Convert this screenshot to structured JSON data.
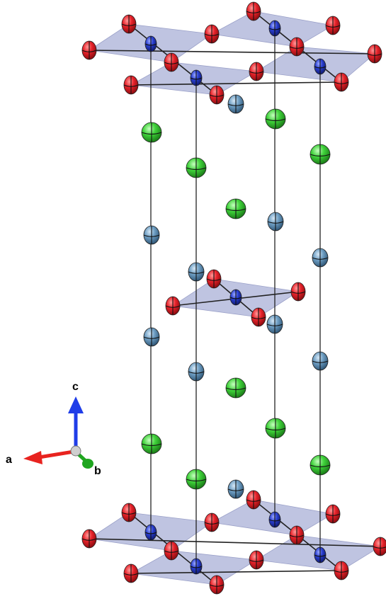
{
  "axes": {
    "a": {
      "label": "a",
      "color": "#e8231f"
    },
    "b": {
      "label": "b",
      "color": "#1fa51f"
    },
    "c": {
      "label": "c",
      "color": "#1f3de8"
    }
  },
  "atom_types": {
    "O": {
      "color": "#e8232b",
      "highlight": "#ff9a9a",
      "shade": "#8a0c10"
    },
    "Cu": {
      "color": "#2a3fd0",
      "highlight": "#9aa8ff",
      "shade": "#0f1a70"
    },
    "Sr": {
      "color": "#6f9fc4",
      "highlight": "#d6e8f6",
      "shade": "#2f5676"
    },
    "La": {
      "color": "#3fd23a",
      "highlight": "#c6ffbf",
      "shade": "#1a7a17"
    }
  },
  "colors": {
    "octahedron_fill": "#8a93c8",
    "cell_edge": "#222222"
  }
}
